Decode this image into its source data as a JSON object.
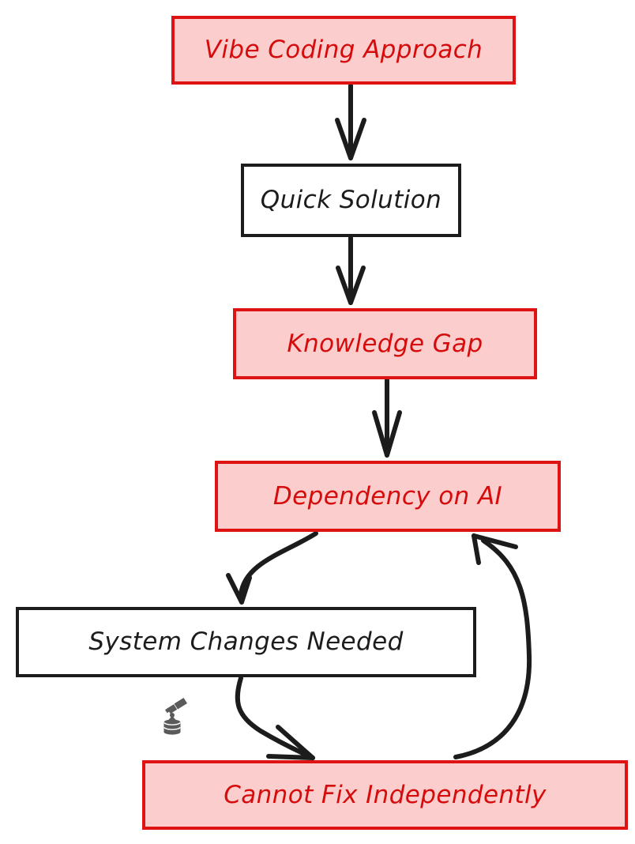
{
  "diagram": {
    "title": "Vibe Coding Approach flow",
    "background_color": "#ffffff",
    "accent_red": "#d60b0b",
    "accent_red_fill": "#fbcdcd",
    "accent_red_border": "#de1414",
    "neutral_dark": "#1c1c1c",
    "icon_gray": "#5a5a5a",
    "type": "flowchart",
    "direction": "top-to-bottom",
    "nodes": [
      {
        "id": "vibe_coding_approach",
        "label": "Vibe Coding Approach",
        "style": "red"
      },
      {
        "id": "quick_solution",
        "label": "Quick Solution",
        "style": "plain"
      },
      {
        "id": "knowledge_gap",
        "label": "Knowledge Gap",
        "style": "red"
      },
      {
        "id": "dependency_on_ai",
        "label": "Dependency on AI",
        "style": "red"
      },
      {
        "id": "system_changes_needed",
        "label": "System Changes Needed",
        "style": "plain"
      },
      {
        "id": "cannot_fix",
        "label": "Cannot Fix Independently",
        "style": "red"
      }
    ],
    "edges": [
      {
        "from": "vibe_coding_approach",
        "to": "quick_solution",
        "label": "",
        "shape": "straight"
      },
      {
        "from": "quick_solution",
        "to": "knowledge_gap",
        "label": "",
        "shape": "straight"
      },
      {
        "from": "knowledge_gap",
        "to": "dependency_on_ai",
        "label": "",
        "shape": "straight"
      },
      {
        "from": "dependency_on_ai",
        "to": "system_changes_needed",
        "label": "",
        "shape": "curved-left"
      },
      {
        "from": "system_changes_needed",
        "to": "cannot_fix",
        "label": "",
        "shape": "curved-right"
      },
      {
        "from": "cannot_fix",
        "to": "dependency_on_ai",
        "label": "",
        "shape": "curved-return-right"
      }
    ],
    "icons": [
      {
        "id": "observability",
        "name": "telescope-database-icon",
        "color": "#5a5a5a"
      }
    ]
  }
}
